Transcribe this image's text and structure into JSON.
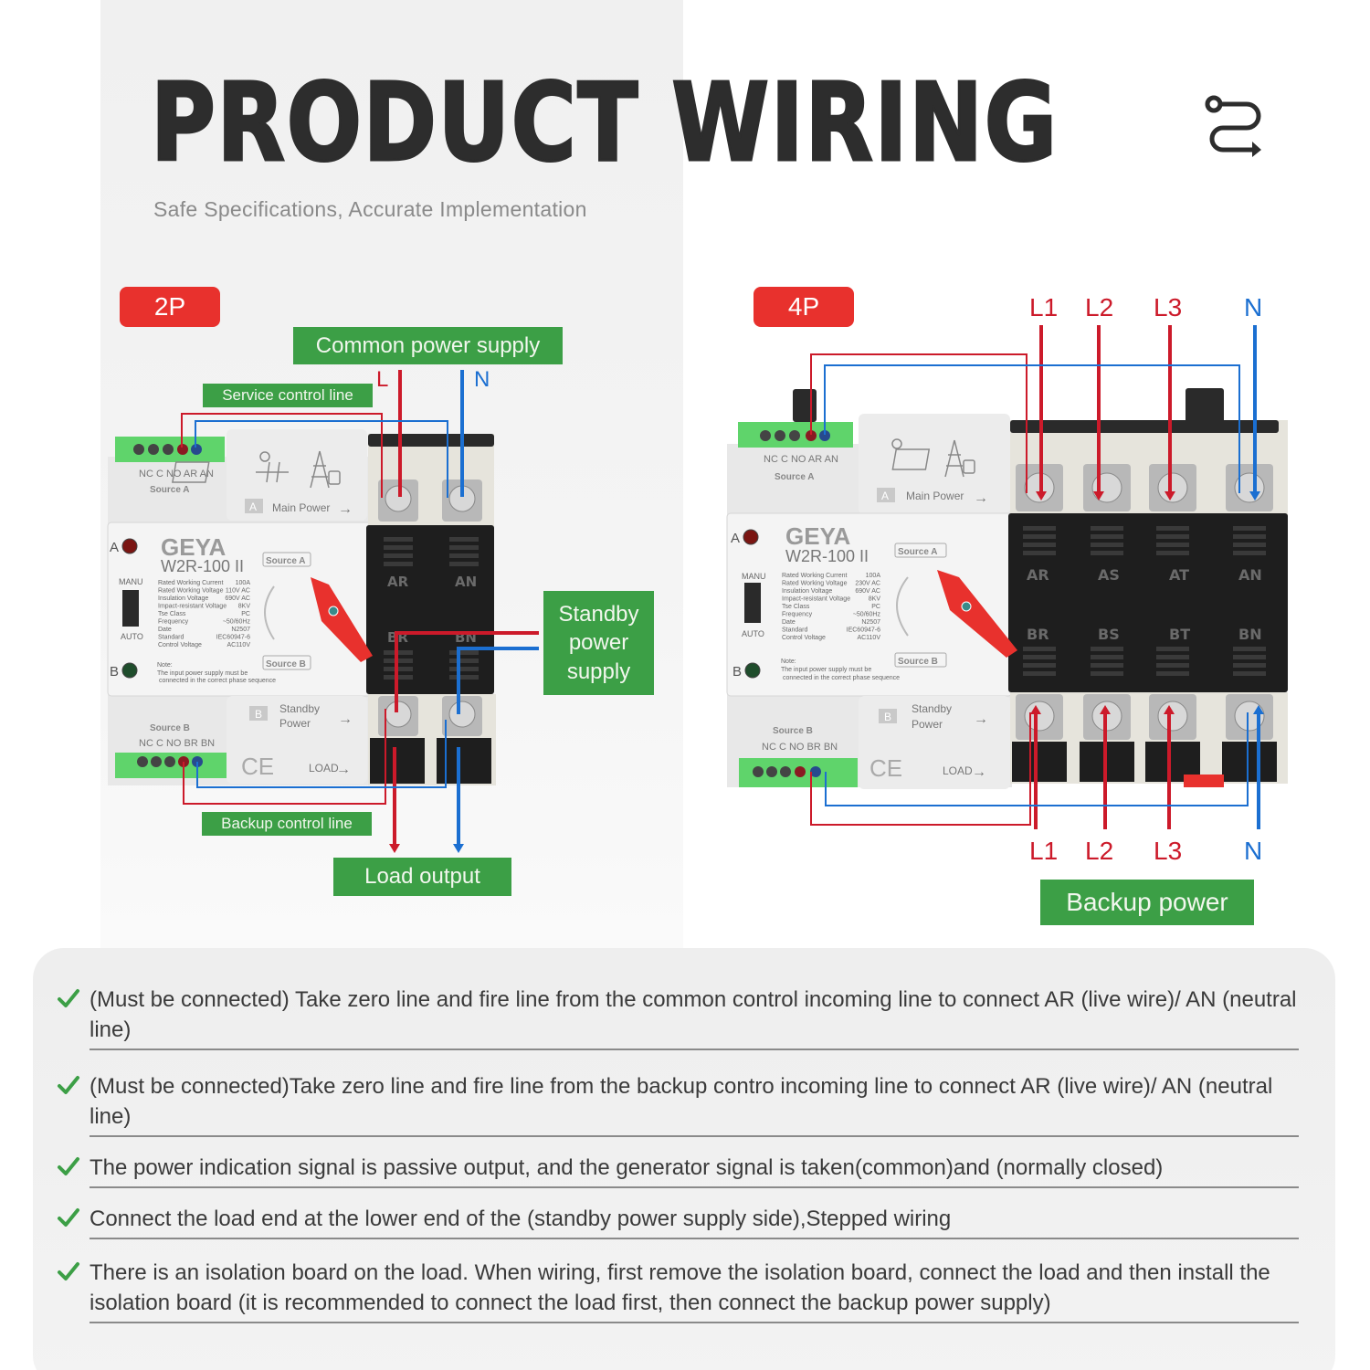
{
  "header": {
    "title": "PRODUCT  WIRING",
    "subtitle": "Safe Specifications, Accurate Implementation",
    "icon": "route-icon"
  },
  "colors": {
    "badge_red": "#e8312d",
    "label_green": "#3c9f46",
    "live_red": "#cc1a2a",
    "neutral_blue": "#1b6fd1",
    "check_green": "#3c9f46"
  },
  "diagram_2p": {
    "badge": "2P",
    "labels": {
      "common_power_supply": "Common power supply",
      "service_control_line": "Service control line",
      "standby_power_supply": "Standby power supply",
      "backup_control_line": "Backup control line",
      "load_output": "Load output"
    },
    "wire_labels": {
      "live": "L",
      "neutral": "N"
    },
    "device": {
      "brand": "GEYA",
      "model": "W2R-100 II",
      "source_a_terminals": "NC C NO AR AN",
      "source_a_label": "Source A",
      "source_b_terminals": "NC C NO BR BN",
      "source_b_label": "Source B",
      "main_power_tag": "A",
      "main_power": "Main Power",
      "standby_tag": "B",
      "standby_power_1": "Standby",
      "standby_power_2": "Power",
      "load": "LOAD",
      "ce_mark": "CE",
      "indicator_a": "A",
      "indicator_b": "B",
      "manu": "MANU",
      "auto": "AUTO",
      "switch_source_a": "Source A",
      "switch_source_b": "Source B",
      "specs": [
        [
          "Rated Working Current",
          "100A"
        ],
        [
          "Rated Working Voltage",
          "110V AC"
        ],
        [
          "Insulation Voltage",
          "690V AC"
        ],
        [
          "Impact-resistant Voltage",
          "8KV"
        ],
        [
          "Tse Class",
          "PC"
        ],
        [
          "Frequency",
          "~50/60Hz"
        ],
        [
          "Date",
          "N2507"
        ],
        [
          "Standard",
          "IEC60947-6"
        ],
        [
          "Control Voltage",
          "AC110V"
        ]
      ],
      "note_title": "Note:",
      "note_text_1": "The input power supply must be",
      "note_text_2": "connected in the correct phase sequence",
      "poles_top": [
        "AR",
        "AN"
      ],
      "poles_bottom": [
        "BR",
        "BN"
      ]
    }
  },
  "diagram_4p": {
    "badge": "4P",
    "top_wire_labels": [
      "L1",
      "L2",
      "L3",
      "N"
    ],
    "bottom_wire_labels": [
      "L1",
      "L2",
      "L3",
      "N"
    ],
    "labels": {
      "backup_power": "Backup power"
    },
    "device": {
      "brand": "GEYA",
      "model": "W2R-100 II",
      "source_a_terminals": "NC C NO AR AN",
      "source_a_label": "Source A",
      "source_b_terminals": "NC C NO BR BN",
      "source_b_label": "Source B",
      "main_power_tag": "A",
      "main_power": "Main Power",
      "standby_tag": "B",
      "standby_power_1": "Standby",
      "standby_power_2": "Power",
      "load": "LOAD",
      "ce_mark": "CE",
      "indicator_a": "A",
      "indicator_b": "B",
      "manu": "MANU",
      "auto": "AUTO",
      "switch_source_a": "Source A",
      "switch_source_b": "Source B",
      "specs": [
        [
          "Rated Working Current",
          "100A"
        ],
        [
          "Rated Working Voltage",
          "230V AC"
        ],
        [
          "Insulation Voltage",
          "690V AC"
        ],
        [
          "Impact-resistant Voltage",
          "8KV"
        ],
        [
          "Tse Class",
          "PC"
        ],
        [
          "Frequency",
          "~50/60Hz"
        ],
        [
          "Date",
          "N2507"
        ],
        [
          "Standard",
          "IEC60947-6"
        ],
        [
          "Control Voltage",
          "AC110V"
        ]
      ],
      "note_title": "Note:",
      "note_text_1": "The input power supply must be",
      "note_text_2": "connected in the correct phase sequence",
      "poles_top": [
        "AR",
        "AS",
        "AT",
        "AN"
      ],
      "poles_bottom": [
        "BR",
        "BS",
        "BT",
        "BN"
      ]
    }
  },
  "notes": [
    "(Must be connected) Take zero line and fire line from the common control incoming line to connect AR (live wire)/ AN (neutral line)",
    "(Must be connected)Take zero line and fire line from the backup contro incoming line to connect AR (live wire)/ AN (neutral line)",
    "The power indication signal is passive output, and the generator signal is taken(common)and (normally closed)",
    "Connect the load end at the lower end of the (standby power supply side),Stepped wiring",
    "There is an isolation board on the load. When wiring, first remove the isolation board, connect the load and then install the isolation board (it is recommended to connect the load first, then connect the backup power supply)"
  ]
}
